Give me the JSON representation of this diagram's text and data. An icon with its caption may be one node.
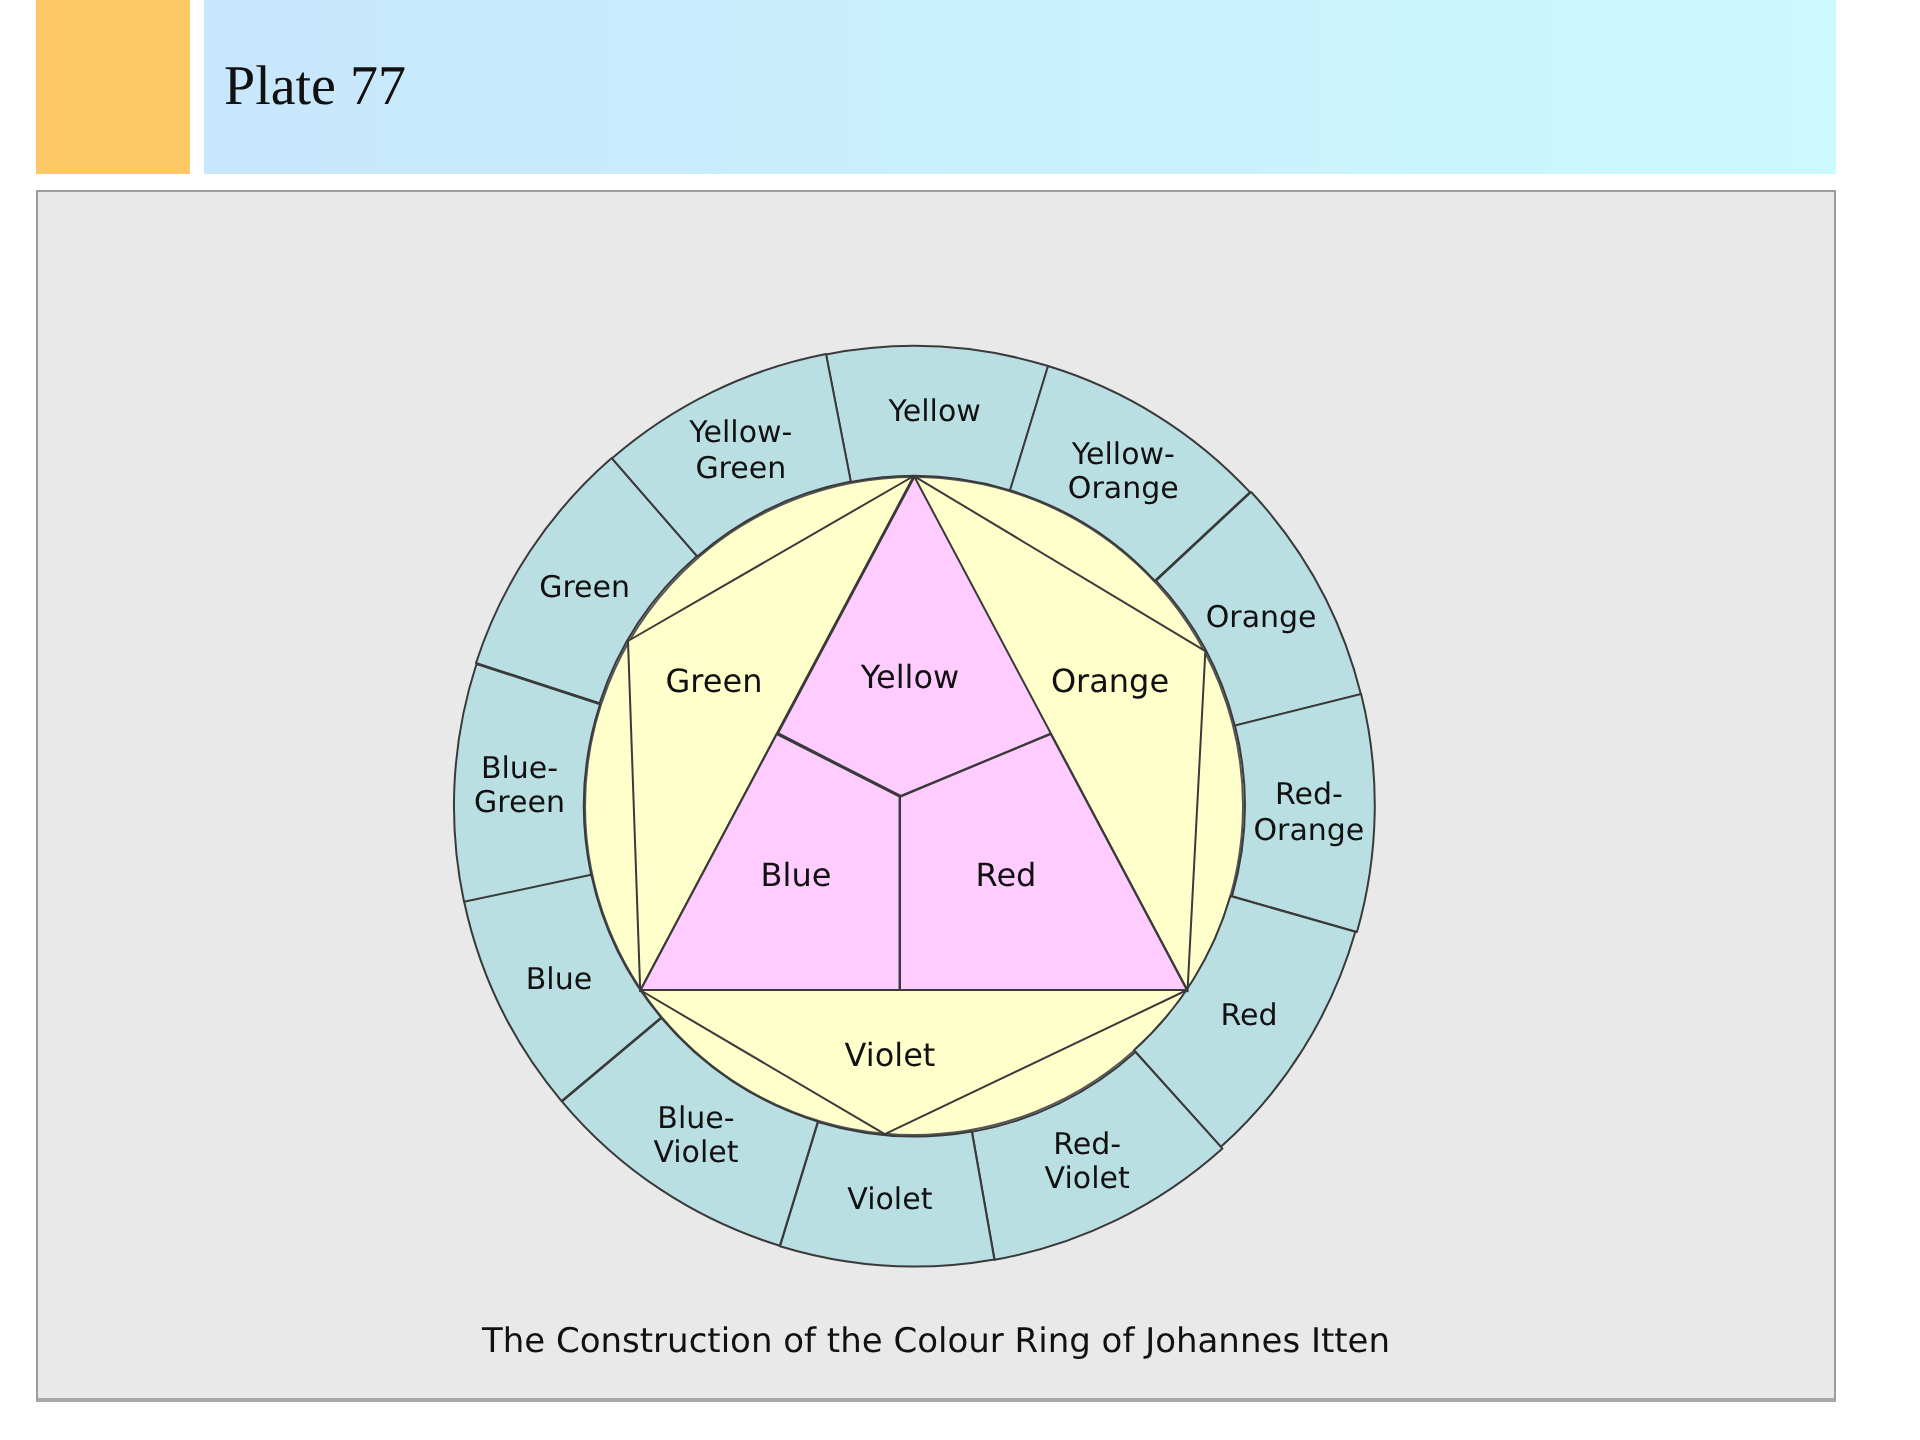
{
  "diagram": {
    "title": "Plate 77",
    "caption": "The Construction of the Colour Ring of Johannes Itten",
    "nodes": [
      {
        "text": [
          "Yellow"
        ]
      },
      {
        "text": [
          "Yellow-Orange"
        ]
      },
      {
        "text": [
          "Orange"
        ]
      },
      {
        "text": [
          "Red-Orange"
        ]
      },
      {
        "text": [
          "Red"
        ]
      },
      {
        "text": [
          "Red-Violet"
        ]
      },
      {
        "text": [
          "Violet"
        ]
      },
      {
        "text": [
          "Blue-Violet"
        ]
      },
      {
        "text": [
          "Blue"
        ]
      },
      {
        "text": [
          "Blue-Green"
        ]
      },
      {
        "text": [
          "Green"
        ]
      },
      {
        "text": [
          "Yellow-Green"
        ]
      },
      {
        "text": [
          "Green"
        ]
      },
      {
        "text": [
          "Yellow"
        ]
      },
      {
        "text": [
          "Orange"
        ]
      },
      {
        "text": [
          "Blue"
        ]
      },
      {
        "text": [
          "Red"
        ]
      },
      {
        "text": [
          "Violet"
        ]
      }
    ]
  }
}
